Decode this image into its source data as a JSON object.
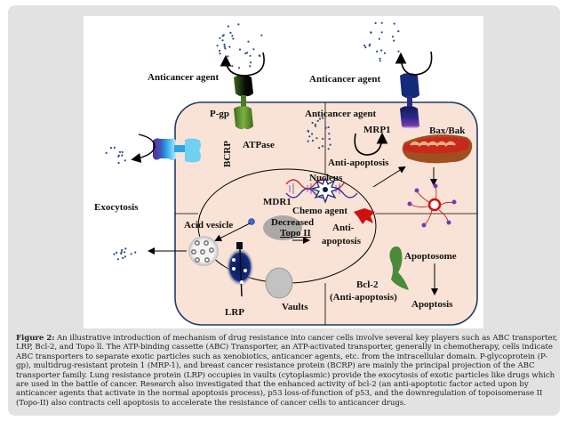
{
  "figure": {
    "labels": {
      "anticancer_agent_left": "Anticancer agent",
      "anticancer_agent_right": "Anticancer agent",
      "anticancer_agent_inner": "Anticancer agent",
      "pgp": "P-gp",
      "atpase": "ATPase",
      "bcrp": "BCRP",
      "mrp1": "MRP1",
      "bax_bak": "Bax/Bak",
      "anti_apoptosis_top": "Anti-apoptosis",
      "nucleus": "Nucleus",
      "mdr1": "MDR1",
      "chemo_agent": "Chemo agent",
      "decreased": "Decreased",
      "topo_ii": "Topo II",
      "anti": "Anti-",
      "apoptosis_nucleus": "apoptosis",
      "exocytosis": "Exocytosis",
      "acid_vesicle": "Acid vesicle",
      "lrp": "LRP",
      "vaults": "Vaults",
      "apoptosome": "Apoptosome",
      "bcl2": "Bcl-2",
      "bcl2_sub": "(Anti-apoptosis)",
      "apoptosis": "Apoptosis"
    },
    "colors": {
      "cell_fill": "#f9e3d6",
      "cell_border": "#1f3a6b",
      "drug_dots": "#2a4a8c",
      "pgp_green": "#5a8a2a",
      "bcrp_blue": "#2aa6e0",
      "bcrp_purple": "#6a2a9a",
      "mrp1_navy": "#1a1f6b",
      "mito_red": "#c0281e",
      "bcl2_green": "#4a8a3a"
    }
  },
  "caption": {
    "label": "Figure 2:",
    "text": "An illustrative introduction of mechanism of drug resistance into cancer cells involve several key players such as ABC transporter, LRP, Bcl-2, and Topo ll. The ATP-binding cassette (ABC) Transporter, an ATP-activated transporter, generally in chemotherapy, cells indicate ABC transporters to separate exotic particles such as xenobiotics, anticancer agents, etc. from the intracellular domain. P-glycoprotein (P-gp), multidrug-resistant protein 1 (MRP-1), and breast cancer resistance protein (BCRP) are mainly the principal projection of the ABC transporter family. Lung resistance protein (LRP) occupies in vaults (cytoplasmic) provide the exocytosis of exotic particles like drugs which are used in the battle of cancer. Research also investigated that the enhanced activity of bcl-2 (an anti-apoptotic factor acted upon by anticancer agents that activate in the normal apoptosis process), p53 loss-of-function of p53, and the downregulation of topoisomerase II (Topo-II) also contracts cell apoptosis to accelerate the resistance of cancer cells to anticancer drugs."
  }
}
